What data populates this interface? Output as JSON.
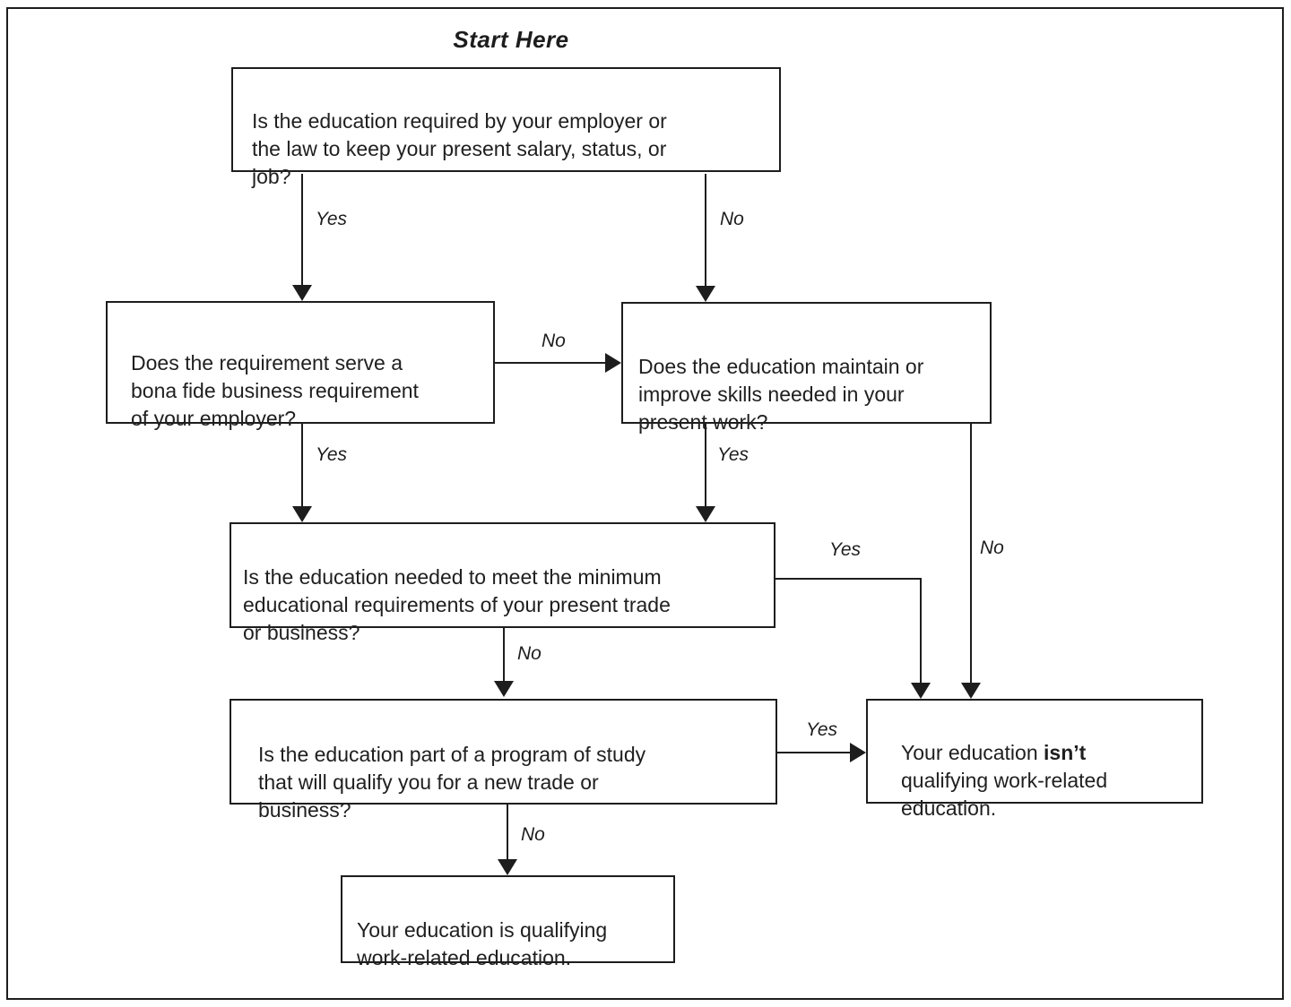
{
  "diagram": {
    "title": "Start Here",
    "nodes": {
      "q1": {
        "text": "Is the education required by your employer or\nthe law to keep your present salary, status, or\njob?"
      },
      "q2": {
        "text": "Does the requirement serve a\nbona fide business requirement\nof your employer?"
      },
      "q3": {
        "text": "Does the education maintain or\nimprove skills needed in your\npresent work?"
      },
      "q4": {
        "text": "Is the education needed to meet the minimum\neducational requirements of your present trade\nor business?"
      },
      "q5": {
        "text": "Is the education part of a program of study\nthat will qualify you for a new trade or\nbusiness?"
      },
      "not_qualifying": {
        "text_pre": "Your education ",
        "text_bold": "isn’t",
        "text_post": "\nqualifying work-related\neducation."
      },
      "qualifying": {
        "text": "Your education is qualifying\nwork-related education."
      }
    },
    "edge_labels": {
      "q1_yes": "Yes",
      "q1_no": "No",
      "q2_no": "No",
      "q2_yes": "Yes",
      "q3_yes": "Yes",
      "q3_no": "No",
      "q4_yes": "Yes",
      "q4_no": "No",
      "q5_yes": "Yes",
      "q5_no": "No"
    },
    "colors": {
      "line": "#1d1d1d",
      "background": "#ffffff"
    }
  }
}
